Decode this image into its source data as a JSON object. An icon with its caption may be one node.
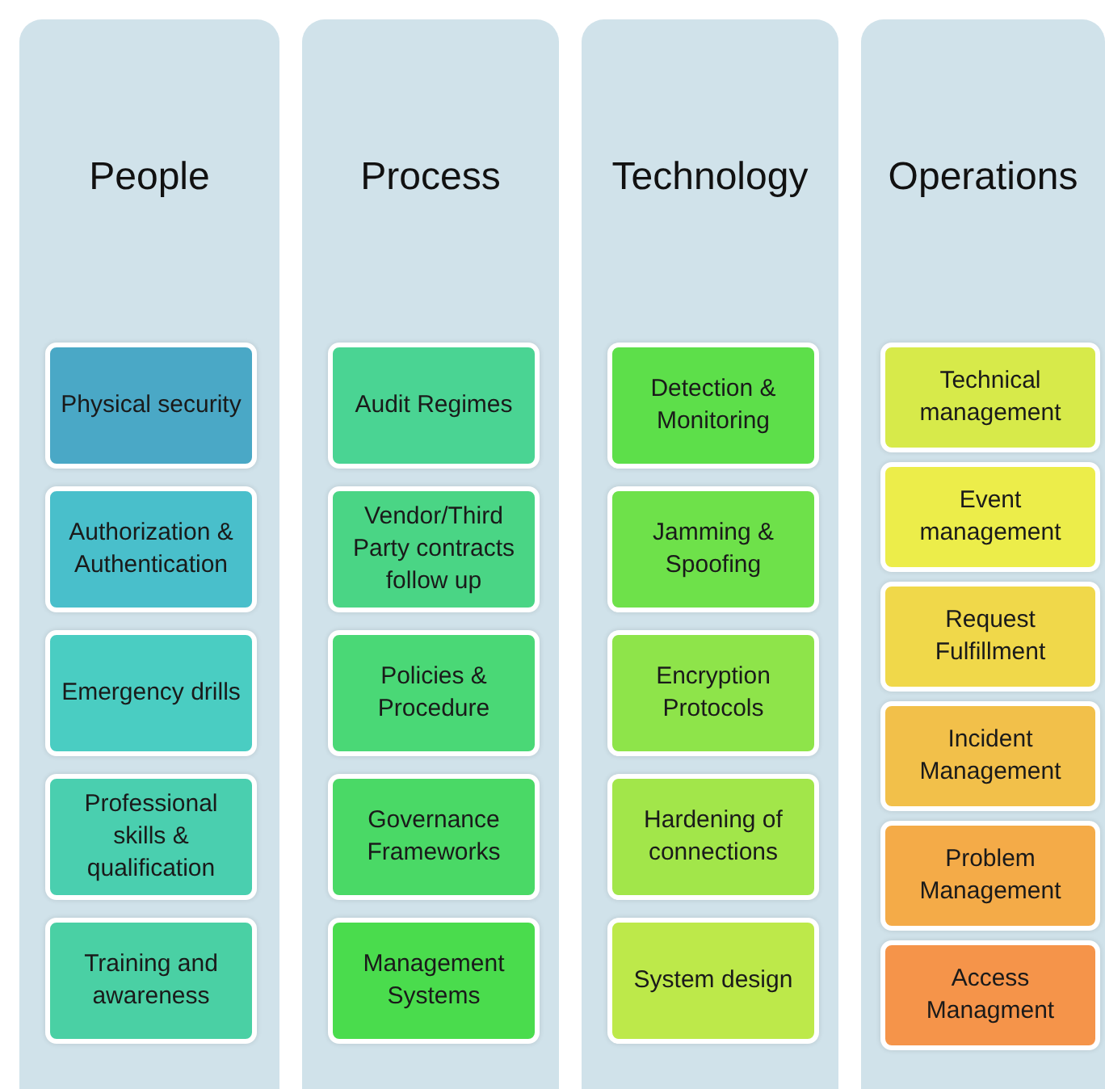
{
  "diagram": {
    "nodes": [
      {
        "text": [
          "People"
        ]
      },
      {
        "text": [
          "Physical security"
        ],
        "in": 0
      },
      {
        "text": [
          "Authorization & Authentication"
        ],
        "in": 0
      },
      {
        "text": [
          "Emergency drills"
        ],
        "in": 0
      },
      {
        "text": [
          "Professional skills & qualification"
        ],
        "in": 0
      },
      {
        "text": [
          "Training and awareness"
        ],
        "in": 0
      },
      {
        "text": [
          "Process"
        ]
      },
      {
        "text": [
          "Audit Regimes"
        ],
        "in": 6
      },
      {
        "text": [
          "Vendor/Third Party contracts follow up"
        ],
        "in": 6
      },
      {
        "text": [
          "Policies & Procedure"
        ],
        "in": 6
      },
      {
        "text": [
          "Governance Frameworks"
        ],
        "in": 6
      },
      {
        "text": [
          "Management Systems"
        ],
        "in": 6
      },
      {
        "text": [
          "Technology"
        ]
      },
      {
        "text": [
          "Detection & Monitoring"
        ],
        "in": 12
      },
      {
        "text": [
          "Jamming & Spoofing"
        ],
        "in": 12
      },
      {
        "text": [
          "Encryption Protocols"
        ],
        "in": 12
      },
      {
        "text": [
          "Hardening of connections"
        ],
        "in": 12
      },
      {
        "text": [
          "System design"
        ],
        "in": 12
      },
      {
        "text": [
          "Operations"
        ]
      },
      {
        "text": [
          "Technical management"
        ],
        "in": 18
      },
      {
        "text": [
          "Event management"
        ],
        "in": 18
      },
      {
        "text": [
          "Request Fulfillment"
        ],
        "in": 18
      },
      {
        "text": [
          "Incident Management"
        ],
        "in": 18
      },
      {
        "text": [
          "Problem Management"
        ],
        "in": 18
      },
      {
        "text": [
          "Access Managment"
        ],
        "in": 18
      }
    ]
  }
}
